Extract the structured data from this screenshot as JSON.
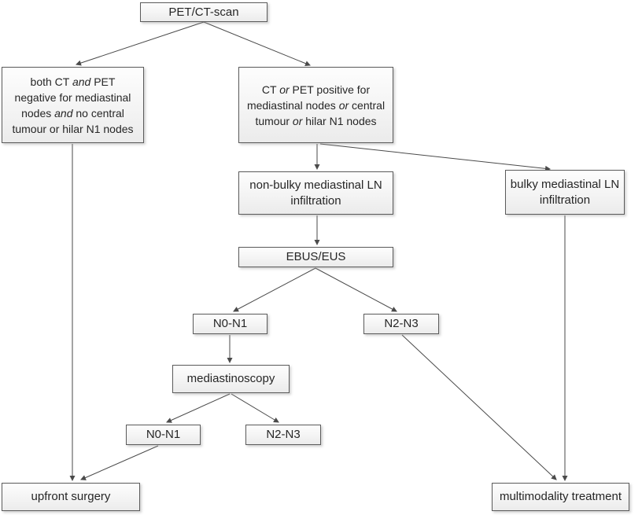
{
  "diagram": {
    "type": "flowchart",
    "colors": {
      "background": "#ffffff",
      "box_border": "#5b5b5b",
      "box_fill_top": "#fdfdfd",
      "box_fill_bottom": "#ebebeb",
      "edge_line": "#4a4a4a",
      "text": "#262626"
    },
    "nodes": {
      "petct": {
        "label": "PET/CT-scan"
      },
      "negative": {
        "parts": [
          {
            "text": "both CT "
          },
          {
            "text": "and",
            "italic": true
          },
          {
            "text": " PET"
          },
          {
            "text": "negative for mediastinal"
          },
          {
            "text": "nodes "
          },
          {
            "text": "and",
            "italic": true
          },
          {
            "text": " no central"
          },
          {
            "text": "tumour or hilar N1 nodes"
          }
        ]
      },
      "positive": {
        "parts": [
          {
            "text": "CT "
          },
          {
            "text": "or",
            "italic": true
          },
          {
            "text": " PET positive for"
          },
          {
            "text": "mediastinal nodes "
          },
          {
            "text": "or",
            "italic": true
          },
          {
            "text": " central"
          },
          {
            "text": "tumour "
          },
          {
            "text": "or",
            "italic": true
          },
          {
            "text": " hilar N1 nodes"
          }
        ]
      },
      "nonbulky": {
        "lines": [
          "non-bulky mediastinal LN",
          "infiltration"
        ]
      },
      "bulky": {
        "lines": [
          "bulky mediastinal LN",
          "infiltration"
        ]
      },
      "ebus": {
        "label": "EBUS/EUS"
      },
      "n0n1_upper": {
        "label": "N0-N1"
      },
      "n2n3_upper": {
        "label": "N2-N3"
      },
      "mediastinoscopy": {
        "label": "mediastinoscopy"
      },
      "n0n1_lower": {
        "label": "N0-N1"
      },
      "n2n3_lower": {
        "label": "N2-N3"
      },
      "surgery": {
        "label": "upfront surgery"
      },
      "multimodality": {
        "label": "multimodality treatment"
      }
    },
    "edges": [
      {
        "from": "petct",
        "to": "negative"
      },
      {
        "from": "petct",
        "to": "positive"
      },
      {
        "from": "positive",
        "to": "nonbulky"
      },
      {
        "from": "positive",
        "to": "bulky"
      },
      {
        "from": "nonbulky",
        "to": "ebus"
      },
      {
        "from": "ebus",
        "to": "n0n1_upper"
      },
      {
        "from": "ebus",
        "to": "n2n3_upper"
      },
      {
        "from": "n0n1_upper",
        "to": "mediastinoscopy"
      },
      {
        "from": "mediastinoscopy",
        "to": "n0n1_lower"
      },
      {
        "from": "mediastinoscopy",
        "to": "n2n3_lower"
      },
      {
        "from": "negative",
        "to": "surgery"
      },
      {
        "from": "n0n1_lower",
        "to": "surgery"
      },
      {
        "from": "n2n3_upper",
        "to": "multimodality"
      },
      {
        "from": "bulky",
        "to": "multimodality"
      }
    ]
  }
}
